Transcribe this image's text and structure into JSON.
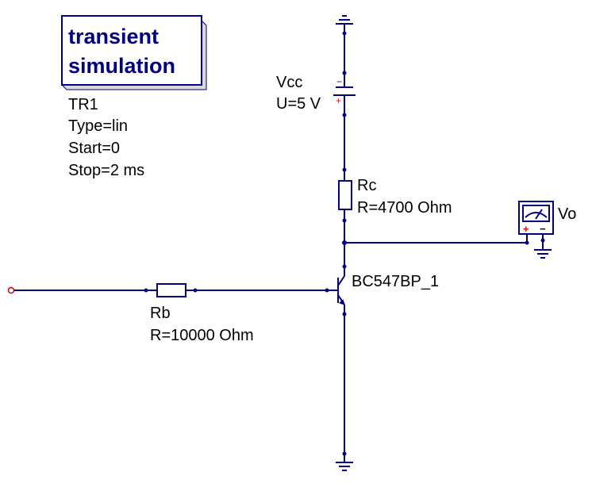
{
  "simulation": {
    "title_line1": "transient",
    "title_line2": "simulation",
    "name": "TR1",
    "type": "Type=lin",
    "start": "Start=0",
    "stop": "Stop=2 ms"
  },
  "vcc": {
    "name": "Vcc",
    "value": "U=5 V",
    "minus": "−",
    "plus": "+"
  },
  "rc": {
    "name": "Rc",
    "value": "R=4700 Ohm"
  },
  "rb": {
    "name": "Rb",
    "value": "R=10000 Ohm"
  },
  "transistor": {
    "name": "BC547BP_1"
  },
  "probe": {
    "name": "Vo",
    "plus": "+",
    "minus": "−"
  },
  "colors": {
    "wire": "#000080",
    "text": "#000000",
    "port_plus": "#ff0000",
    "port_marker": "#cc0000"
  }
}
